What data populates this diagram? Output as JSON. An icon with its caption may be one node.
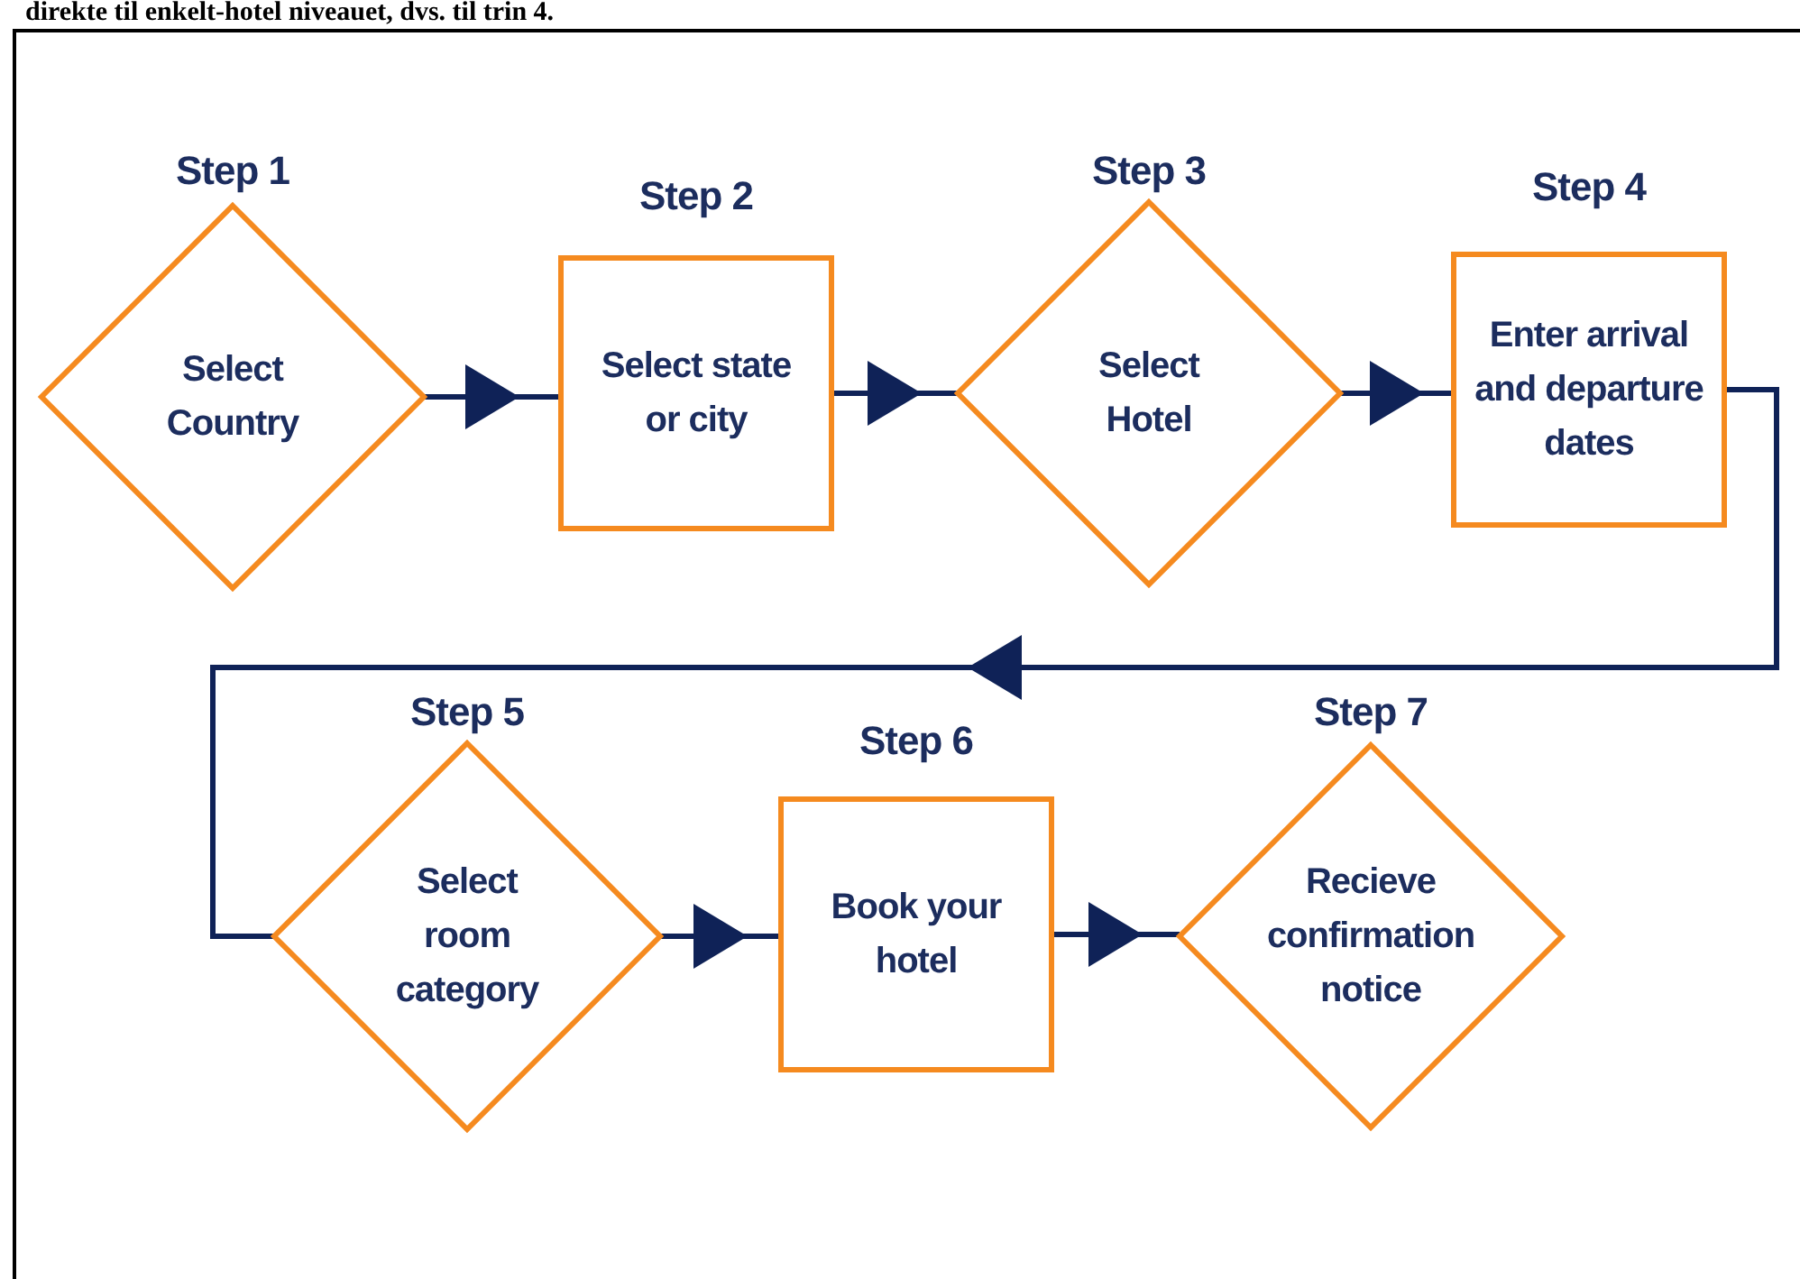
{
  "diagram": {
    "nodes": [
      {
        "text": [
          "Step 1",
          "Select Country"
        ]
      },
      {
        "text": [
          "Step 2",
          "Select state or city"
        ]
      },
      {
        "text": [
          "Step 3",
          "Select Hotel"
        ]
      },
      {
        "text": [
          "Step 4",
          "Enter arrival and departure dates"
        ]
      },
      {
        "text": [
          "Step 5",
          "Select room category"
        ]
      },
      {
        "text": [
          "Step 6",
          "Book your hotel"
        ]
      },
      {
        "text": [
          "Step 7",
          "Recieve confirmation notice"
        ]
      }
    ],
    "edges": [
      {
        "from": 0,
        "to": 1,
        "arrow": "to"
      },
      {
        "from": 1,
        "to": 2,
        "arrow": "to"
      },
      {
        "from": 2,
        "to": 3,
        "arrow": "to"
      },
      {
        "from": 3,
        "to": 4,
        "arrow": "to"
      },
      {
        "from": 4,
        "to": 5,
        "arrow": "to"
      },
      {
        "from": 5,
        "to": 6,
        "arrow": "to"
      }
    ],
    "labels": [
      "direkte til enkelt-hotel niveauet, dvs. til trin 4."
    ]
  }
}
